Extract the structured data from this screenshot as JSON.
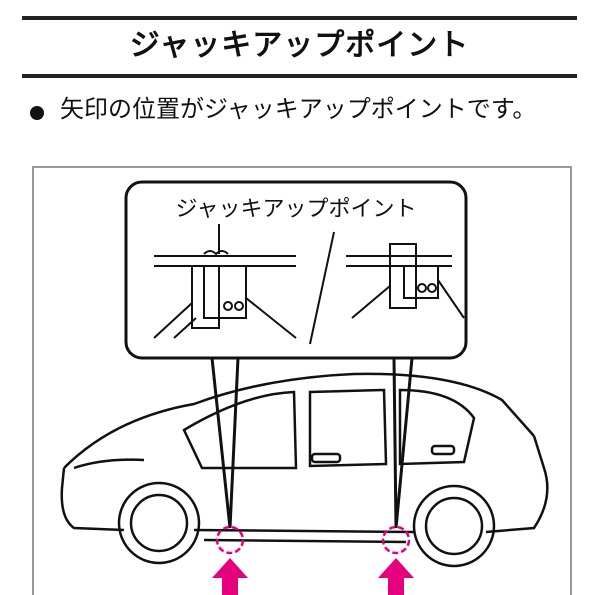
{
  "header": {
    "title": "ジャッキアップポイント"
  },
  "body": {
    "bullet": "矢印の位置がジャッキアップポイントです。"
  },
  "figure": {
    "callout_label": "ジャッキアップポイント",
    "arrow_color": "#e6007e",
    "marker_color": "#e6007e"
  }
}
